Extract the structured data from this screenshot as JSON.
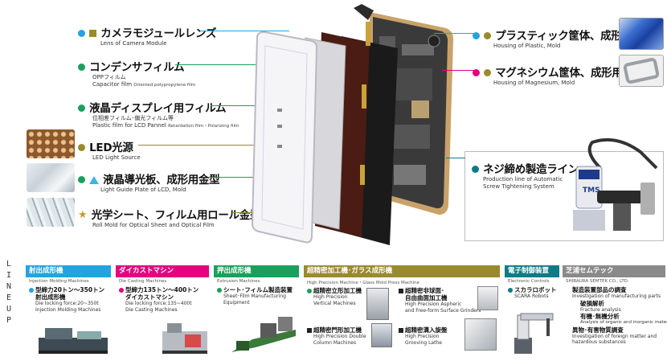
{
  "left_labels": [
    {
      "title": "カメラモジュールレンズ",
      "sub": "Lens of Camera Module",
      "marks": [
        "dot-blue",
        "square-olive"
      ]
    },
    {
      "title": "コンデンサフィルム",
      "sub1": "OPPフィルム",
      "sub2": "Capacitor film",
      "sub2_small": "Oriented polypropylene film",
      "marks": [
        "dot-green"
      ]
    },
    {
      "title": "液晶ディスプレイ用フィルム",
      "sub1": "位相差フィルム･偏光フィルム等",
      "sub2": "Plastic film for LCD Pannel",
      "sub2_small": "Retardation film・Polarizing film",
      "marks": [
        "dot-green"
      ]
    },
    {
      "title": "LED光源",
      "sub": "LED Light Source",
      "marks": [
        "dot-olive"
      ]
    },
    {
      "title": "液晶導光板、成形用金型",
      "sub": "Light Guide Plate of LCD, Mold",
      "marks": [
        "dot-green",
        "triangle-blue"
      ]
    },
    {
      "title": "光学シート、フィルム用ロール金型",
      "sub": "Roll Mold for Optical Sheet and Optical Film",
      "marks": [
        "star-olive"
      ]
    }
  ],
  "right_labels": [
    {
      "title": "プラスティック筐体、成形用金型",
      "sub": "Housing of Plastic, Mold",
      "marks": [
        "dot-blue",
        "dot-olive"
      ]
    },
    {
      "title": "マグネシウム筐体、成形用金型",
      "sub": "Housing of Magnesium, Mold",
      "marks": [
        "dot-magenta",
        "dot-olive"
      ]
    }
  ],
  "screw_line": {
    "title": "ネジ締め製造ライン",
    "sub1": "Production line of Automatic",
    "sub2": "Screw Tightening System",
    "robot_badge": "TMS"
  },
  "lineup_label": [
    "L",
    "I",
    "N",
    "E",
    "U",
    "P"
  ],
  "categories": [
    {
      "head": "射出成形機",
      "en": "Injection Molding Machines",
      "color": "#23a3df",
      "items": [
        {
          "ja": "型締力20トン〜350トン",
          "ja2": "射出成形機",
          "en1": "Die locking force:20~350t",
          "en2": "Injection Molding Machines"
        }
      ]
    },
    {
      "head": "ダイカストマシン",
      "en": "Die Casting Machines",
      "color": "#e4007f",
      "items": [
        {
          "ja": "型締力135トン〜400トン",
          "ja2": "ダイカストマシン",
          "en1": "Die locking force:135~400t",
          "en2": "Die Casting Machines"
        }
      ]
    },
    {
      "head": "押出成形機",
      "en": "Extrusion Machines",
      "color": "#1aa05c",
      "items": [
        {
          "ja": "シート･フィルム製造装置",
          "en1": "Sheet･Film Manufacturing",
          "en2": "Equipment"
        }
      ]
    },
    {
      "head": "超精密加工機･ガラス成形機",
      "en": "High Precision Machine・Glass Mold Press Machine",
      "color": "#9a8a2e",
      "items": [
        {
          "ja": "超精密立形加工機",
          "en1": "High Precision",
          "en2": "Vertical Machines"
        },
        {
          "ja": "超精密非球面･",
          "ja2": "自由曲面加工機",
          "en1": "High Precision Aspheric",
          "en2": "and Free-form Surface Grinders"
        },
        {
          "ja": "超精密門形加工機",
          "en1": "High Precision Double",
          "en2": "Column Machines"
        },
        {
          "ja": "超精密溝入旋盤",
          "en1": "High Precision",
          "en2": "Grooving Lathe"
        }
      ]
    },
    {
      "head": "電子制御装置",
      "en": "Electronic Controls",
      "color": "#0e7c86",
      "items": [
        {
          "ja": "スカラロボット",
          "en1": "SCARA Robots"
        }
      ]
    },
    {
      "head": "芝浦セムテック",
      "en": "SHIBAURA SEMTEK CO., LTD.",
      "color": "#8a8a8a",
      "items": [
        {
          "ja": "製造装置部品の調査",
          "en1": "Investigation of manufacturing parts"
        },
        {
          "ja": "破損解析",
          "en1": "Fracture analysis"
        },
        {
          "ja": "有機･無機分析",
          "en1": "Analysis of organic and inorganic material"
        },
        {
          "ja": "異物･有害物質調査",
          "en1": "Investigation of foreign matter and",
          "en2": "hazardous substances"
        }
      ]
    }
  ],
  "colors": {
    "blue": "#23a3df",
    "olive": "#9a8a2e",
    "green": "#1aa05c",
    "magenta": "#e4007f",
    "teal": "#0e7c86",
    "gray": "#8a8a8a"
  }
}
